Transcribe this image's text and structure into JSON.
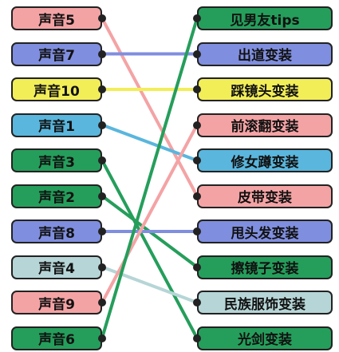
{
  "colors": {
    "pink": "#f4a3a5",
    "blue": "#7f8ede",
    "yellow": "#f2ee58",
    "cyan": "#5ab6dd",
    "green": "#259e5b",
    "gray": "#b6d5d6"
  },
  "left_items": [
    {
      "label": "声音5",
      "color": "pink",
      "match": 5
    },
    {
      "label": "声音7",
      "color": "blue",
      "match": 1
    },
    {
      "label": "声音10",
      "color": "yellow",
      "match": 2
    },
    {
      "label": "声音1",
      "color": "cyan",
      "match": 4
    },
    {
      "label": "声音3",
      "color": "green",
      "match": 9
    },
    {
      "label": "声音2",
      "color": "green",
      "match": 7
    },
    {
      "label": "声音8",
      "color": "blue",
      "match": 6
    },
    {
      "label": "声音4",
      "color": "gray",
      "match": 8
    },
    {
      "label": "声音9",
      "color": "pink",
      "match": 3
    },
    {
      "label": "声音6",
      "color": "green",
      "match": 0
    }
  ],
  "right_items": [
    {
      "label": "见男友tips",
      "color": "green"
    },
    {
      "label": "出道变装",
      "color": "blue"
    },
    {
      "label": "踩镜头变装",
      "color": "yellow"
    },
    {
      "label": "前滚翻变装",
      "color": "pink"
    },
    {
      "label": "修女蹲变装",
      "color": "cyan"
    },
    {
      "label": "皮带变装",
      "color": "pink"
    },
    {
      "label": "甩头发变装",
      "color": "blue"
    },
    {
      "label": "擦镜子变装",
      "color": "green"
    },
    {
      "label": "民族服饰变装",
      "color": "gray"
    },
    {
      "label": "光剑变装",
      "color": "green"
    }
  ]
}
